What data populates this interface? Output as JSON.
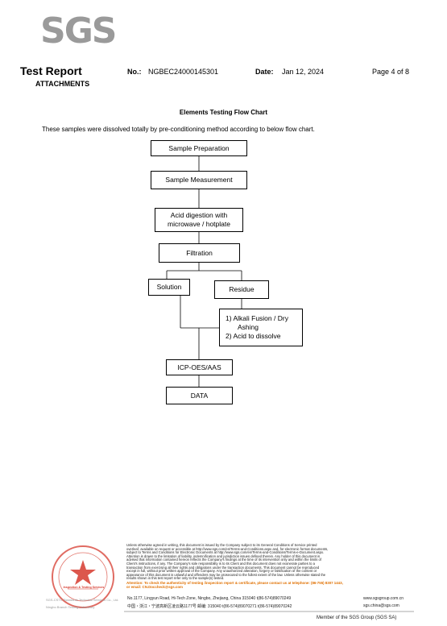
{
  "header": {
    "logo": "SGS",
    "title": "Test Report",
    "subtitle": "ATTACHMENTS",
    "no_label": "No.:",
    "no_value": "NGBEC24000145301",
    "date_label": "Date:",
    "date_value": "Jan 12, 2024",
    "page": "Page 4 of 8"
  },
  "content": {
    "chart_title": "Elements Testing Flow Chart",
    "intro": "These samples were dissolved totally by pre-conditioning method according to below flow chart."
  },
  "flow": {
    "sample_prep": "Sample Preparation",
    "sample_meas": "Sample Measurement",
    "acid_1": "Acid digestion with",
    "acid_2": "microwave / hotplate",
    "filtration": "Filtration",
    "solution": "Solution",
    "residue": "Residue",
    "step1_a": "1) Alkali Fusion / Dry",
    "step1_b": "Ashing",
    "step2": "2) Acid to dissolve",
    "icp": "ICP-OES/AAS",
    "data": "DATA"
  },
  "footer": {
    "legal_lines": [
      "Unless otherwise agreed in writing, this document is issued by the Company subject to its General Conditions of Service printed",
      "overleaf, available on request or accessible at http://www.sgs.com/en/Terms-and-Conditions.aspx and, for electronic format documents,",
      "subject to Terms and Conditions for Electronic Documents at http://www.sgs.com/en/Terms-and-Conditions/Terms-e-Document.aspx.",
      "Attention is drawn to the limitation of liability, indemnification and jurisdiction issues defined therein. Any holder of this document is",
      "advised that information contained hereon reflects the Company's findings at the time of its intervention only and within the limits of",
      "Client's instructions, if any. The Company's sole responsibility is to its Client and this document does not exonerate parties to a",
      "transaction from exercising all their rights and obligations under the transaction documents. This document cannot be reproduced",
      "except in full, without prior written approval of the Company. Any unauthorized alteration, forgery or falsification of the content or",
      "appearance of this document is unlawful and offenders may be prosecuted to the fullest extent of the law. Unless otherwise stated the",
      "results shown in this test report refer only to the sample(s) tested."
    ],
    "attention_1": "Attention: To check the authenticity of testing /inspection report & certificate, please contact us at telephone: (86-755) 8307 1443,",
    "attention_2": "or email: CN.Doccheck@sgs.com",
    "addr_en": "No.1177, Lingyun Road, Hi-Tech Zone, Ningbo, Zhejiang, China 315040    t(86-574)89070249",
    "web_en": "www.sgsgroup.com.cn",
    "addr_cn": "中国・浙江・宁波高新区凌云路1177号        邮编: 315040    t(86-574)89070271    t(86-574)89070242",
    "web_cn": "sgs.china@sgs.com",
    "stamp_text": "Inspection & Testing Services",
    "stamp_side_1": "SGS-CSTC Standards Technical Services Co., Ltd.",
    "stamp_side_2": "Ningbo Branch Testing Laboratory",
    "member": "Member of the SGS Group (SGS SA)"
  },
  "colors": {
    "logo_gray": "#9a9a9a",
    "stamp_red": "#d63a2e",
    "attention_orange": "#e07000"
  }
}
